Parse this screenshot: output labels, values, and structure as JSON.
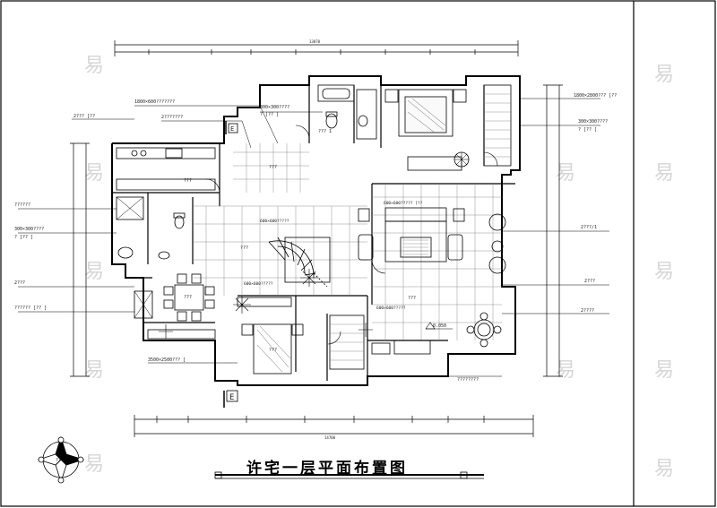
{
  "plan": {
    "title": "许宅一层平面布置图",
    "section_mark_top": "E",
    "section_mark_bottom": "E",
    "elevation_label": "0.050",
    "dim_top_total": "13870",
    "dim_bottom_total": "14700",
    "callouts": {
      "c1": "1800×600???????",
      "c2": "2???????",
      "c3": "300×300????",
      "c4": "? [??  ]",
      "c5": "1800×2800???  [??",
      "c6": "300×300????",
      "c7": "? [??  ]",
      "c8": "2???",
      "c9": "2??? [??",
      "c10": "??????",
      "c11": "300×300????",
      "c12": "? [??  ]",
      "c13": "2???",
      "c14": "?????? [??  ]",
      "c15": "2???/1",
      "c16": "2???",
      "c17": "2????",
      "c18": "3500×2500???  ]",
      "c19": "????????",
      "c20": "600×600????? [??",
      "c21": "600×600?????",
      "c22": "600×600?????",
      "c23": "600×600?????",
      "c24": "??? 1",
      "c25": "???",
      "c26": "???",
      "c27": "???",
      "c28": "???",
      "c29": "???",
      "c30": "???"
    },
    "compass": {
      "center": "??"
    },
    "watermark": "易"
  }
}
